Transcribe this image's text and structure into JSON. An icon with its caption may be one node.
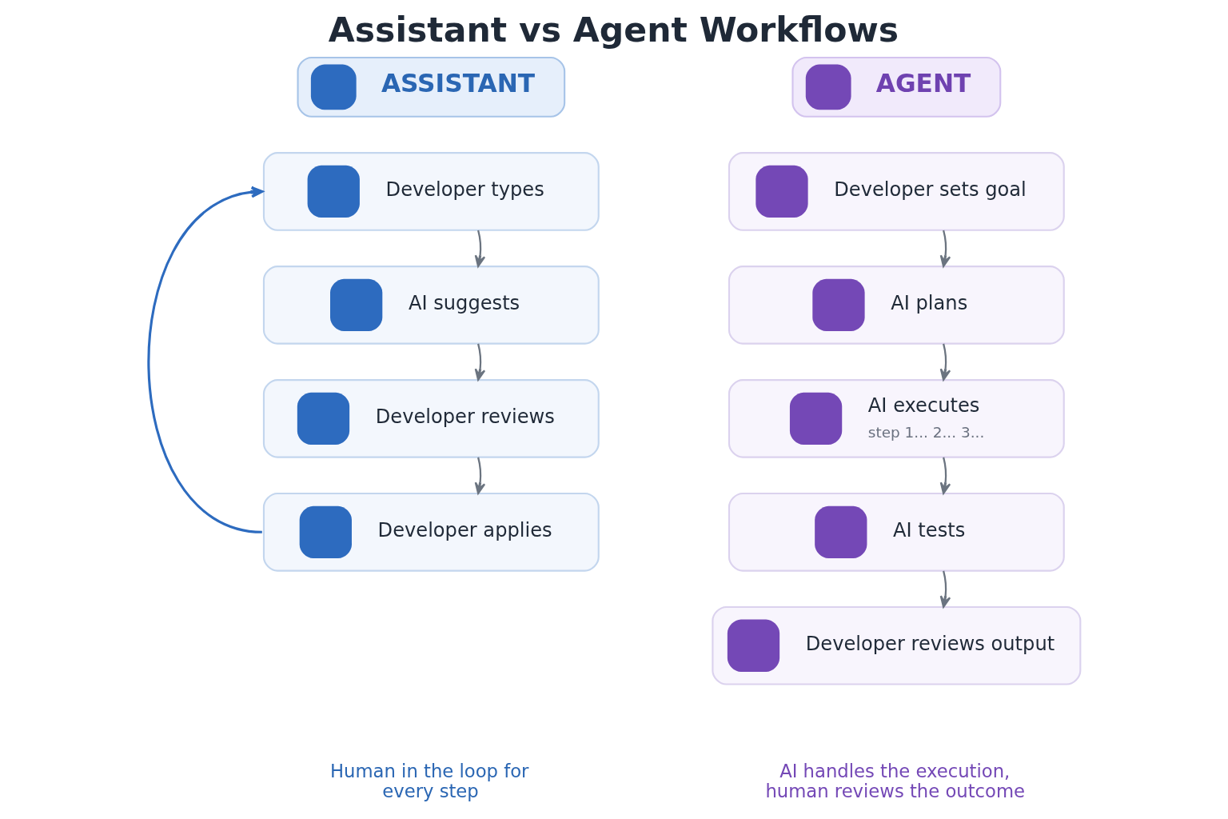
{
  "diagram": {
    "title": "Assistant vs Agent Workflows",
    "nodes": [
      {
        "text": [
          "ASSISTANT"
        ]
      },
      {
        "text": [
          "Developer types"
        ]
      },
      {
        "text": [
          "AI suggests"
        ]
      },
      {
        "text": [
          "Developer reviews"
        ]
      },
      {
        "text": [
          "Developer applies"
        ]
      },
      {
        "text": [
          "AGENT"
        ]
      },
      {
        "text": [
          "Developer sets goal"
        ]
      },
      {
        "text": [
          "AI plans"
        ]
      },
      {
        "text": [
          "AI executes",
          "step 1... 2... 3..."
        ]
      },
      {
        "text": [
          "AI tests"
        ]
      },
      {
        "text": [
          "Developer reviews output"
        ]
      }
    ],
    "edges": [
      {
        "from": 1,
        "to": 2,
        "arrow": "to"
      },
      {
        "from": 2,
        "to": 3,
        "arrow": "to"
      },
      {
        "from": 3,
        "to": 4,
        "arrow": "to"
      },
      {
        "from": 4,
        "to": 1,
        "arrow": "to",
        "color": "#2d6bbf"
      },
      {
        "from": 6,
        "to": 7,
        "arrow": "to"
      },
      {
        "from": 7,
        "to": 8,
        "arrow": "to"
      },
      {
        "from": 8,
        "to": 9,
        "arrow": "to"
      },
      {
        "from": 9,
        "to": 10,
        "arrow": "to"
      }
    ],
    "labels": [
      "Human in the loop for every step",
      "AI handles the execution, human reviews the outcome"
    ]
  }
}
